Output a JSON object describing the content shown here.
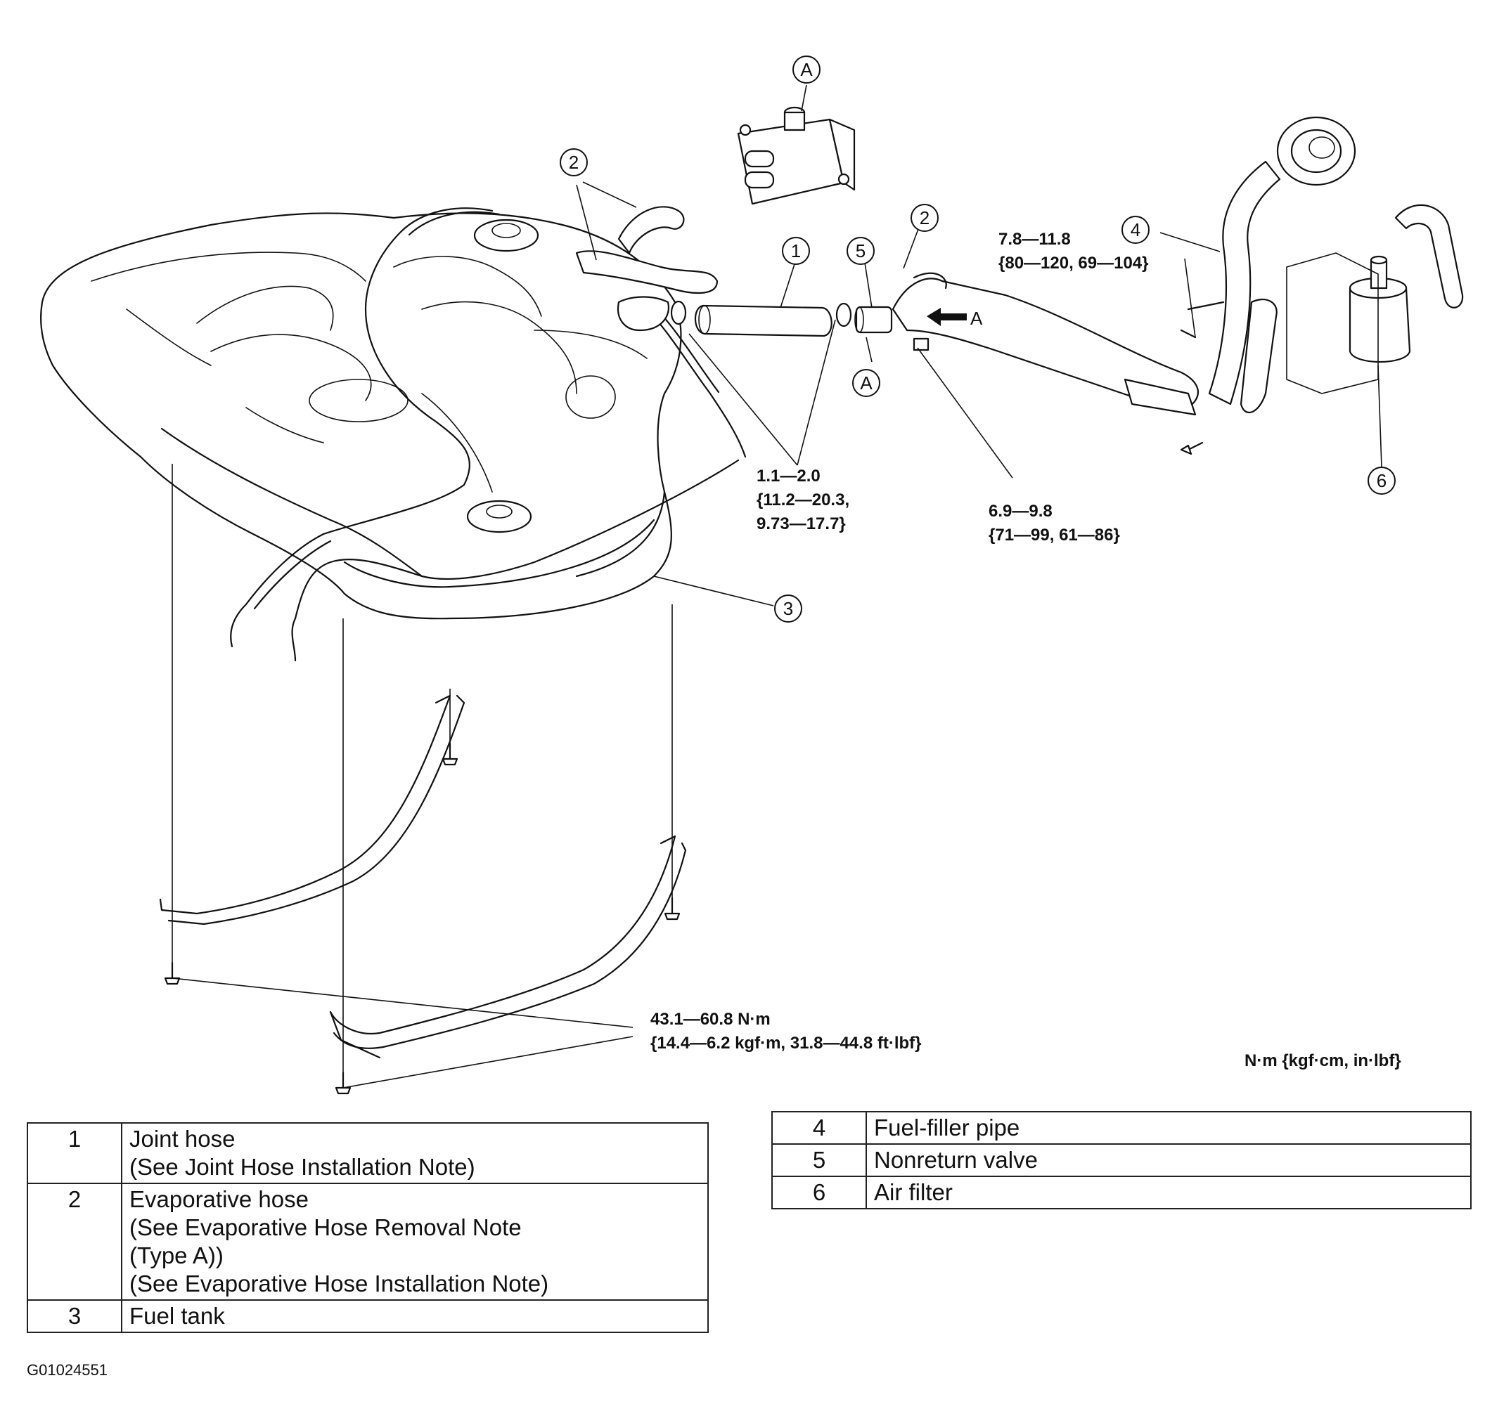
{
  "callouts": {
    "c1": "1",
    "c2a": "2",
    "c2b": "2",
    "c3": "3",
    "c4": "4",
    "c5": "5",
    "c6": "6",
    "cA1": "A",
    "cA2": "A",
    "arrowA": "A"
  },
  "torque": {
    "t1_line1": "7.8—11.8",
    "t1_line2": "{80—120, 69—104}",
    "t2_line1": "1.1—2.0",
    "t2_line2": "{11.2—20.3,",
    "t2_line3": "9.73—17.7}",
    "t3_line1": "6.9—9.8",
    "t3_line2": "{71—99, 61—86}",
    "t4_line1": "43.1—60.8 N·m",
    "t4_line2": "{14.4—6.2 kgf·m, 31.8—44.8 ft·lbf}"
  },
  "units_note": "N·m {kgf·cm, in·lbf}",
  "legend_left": [
    {
      "num": "1",
      "lines": [
        "Joint hose",
        "(See Joint Hose Installation Note)"
      ]
    },
    {
      "num": "2",
      "lines": [
        "Evaporative hose",
        "(See Evaporative Hose Removal Note",
        "(Type A))",
        "(See Evaporative Hose Installation Note)"
      ]
    },
    {
      "num": "3",
      "lines": [
        "Fuel tank"
      ]
    }
  ],
  "legend_right": [
    {
      "num": "4",
      "lines": [
        "Fuel-filler pipe"
      ]
    },
    {
      "num": "5",
      "lines": [
        "Nonreturn valve"
      ]
    },
    {
      "num": "6",
      "lines": [
        "Air filter"
      ]
    }
  ],
  "figure_id": "G01024551",
  "icons": {
    "arrow": "arrow-left-icon",
    "bolt": "bolt-icon",
    "clamp": "hose-clamp-icon"
  }
}
